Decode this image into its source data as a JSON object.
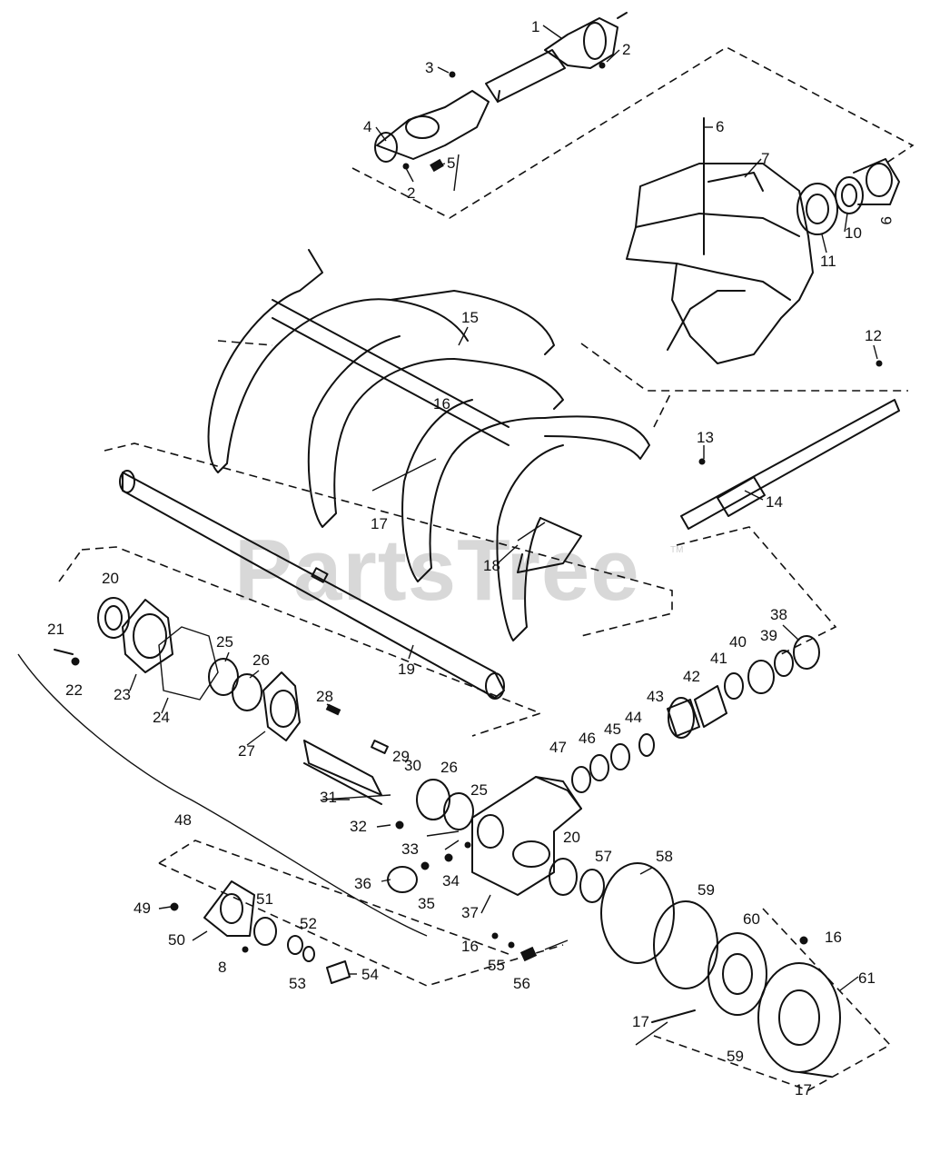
{
  "watermark": {
    "text": "PartsTree",
    "trademark": "TM"
  },
  "callouts": [
    "1",
    "2",
    "2",
    "3",
    "4",
    "5",
    "6",
    "7",
    "8",
    "9",
    "10",
    "11",
    "12",
    "13",
    "14",
    "15",
    "16",
    "16",
    "16",
    "17",
    "17",
    "17",
    "18",
    "19",
    "20",
    "20",
    "21",
    "22",
    "23",
    "24",
    "25",
    "25",
    "26",
    "26",
    "27",
    "28",
    "29",
    "30",
    "31",
    "32",
    "33",
    "34",
    "35",
    "36",
    "37",
    "38",
    "39",
    "40",
    "41",
    "42",
    "43",
    "44",
    "45",
    "46",
    "47",
    "48",
    "49",
    "50",
    "51",
    "52",
    "53",
    "54",
    "55",
    "56",
    "57",
    "58",
    "59",
    "59",
    "60",
    "61"
  ]
}
